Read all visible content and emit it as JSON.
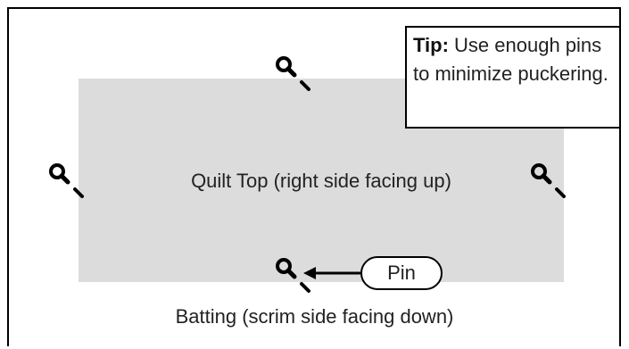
{
  "diagram": {
    "quilt_top_label": "Quilt Top (right side facing up)",
    "batting_label": "Batting (scrim side facing down)",
    "tip": {
      "bold": "Tip:",
      "text": " Use enough pins to minimize puckering."
    },
    "pin_callout": "Pin",
    "colors": {
      "quilt_top_fill": "#dcdcdc",
      "outline": "#000000",
      "text": "#222222"
    },
    "icons": [
      "pin-icon",
      "pin-icon",
      "pin-icon",
      "pin-icon",
      "pin-icon",
      "arrow-left-icon"
    ]
  }
}
